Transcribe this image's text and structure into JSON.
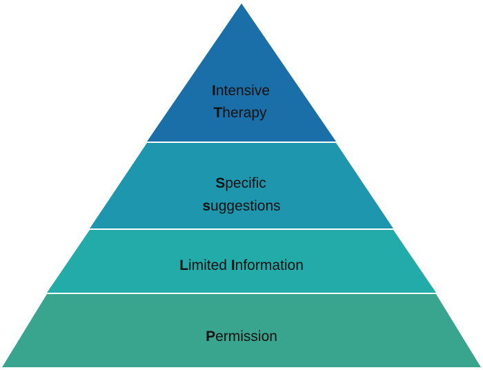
{
  "pyramid": {
    "colors": {
      "tier1": "#1b6fa8",
      "tier2": "#1e96ad",
      "tier3": "#22aba9",
      "tier4": "#3aa58f",
      "separator": "#ffffff",
      "text": "#111111"
    },
    "tiers": [
      {
        "lines": [
          {
            "cap": "I",
            "rest": "ntensive"
          },
          {
            "cap": "T",
            "rest": "herapy"
          }
        ]
      },
      {
        "lines": [
          {
            "cap": "S",
            "rest": "pecific"
          },
          {
            "cap": "s",
            "rest": "uggestions"
          }
        ]
      },
      {
        "lines": [
          {
            "cap": "L",
            "rest": "imited "
          },
          {
            "cap": "I",
            "rest": "nformation"
          }
        ]
      },
      {
        "lines": [
          {
            "cap": "P",
            "rest": "ermission"
          }
        ]
      }
    ]
  }
}
